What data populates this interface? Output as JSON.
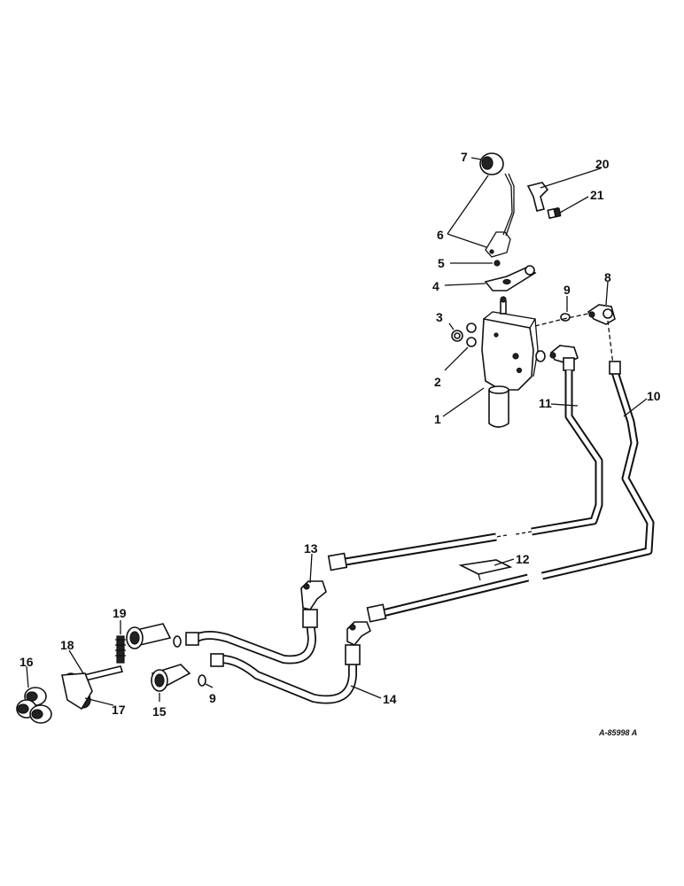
{
  "callouts": [
    "1",
    "2",
    "3",
    "4",
    "5",
    "6",
    "7",
    "8",
    "9",
    "10",
    "11",
    "12",
    "13",
    "14",
    "15",
    "16",
    "17",
    "18",
    "19",
    "20",
    "21"
  ],
  "second_9": "9",
  "drawing_code": "A-85998 A"
}
